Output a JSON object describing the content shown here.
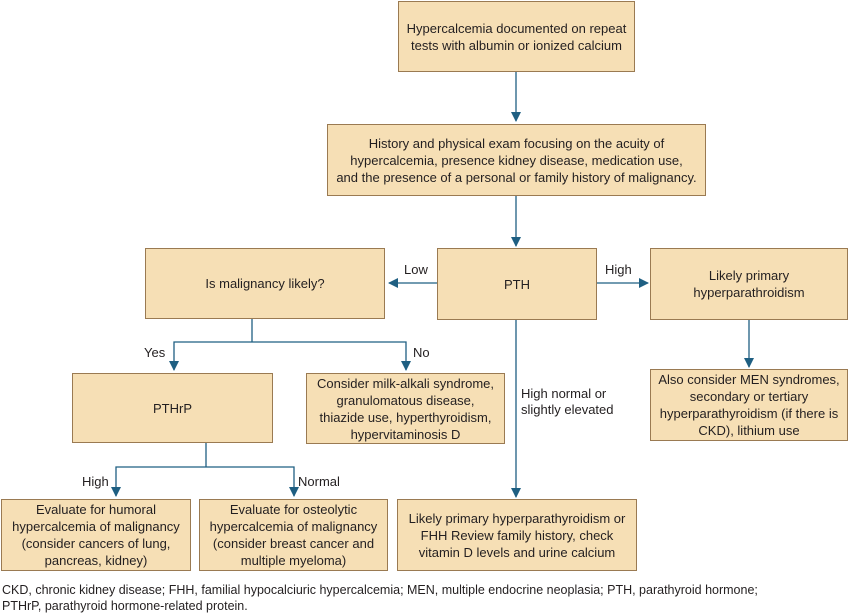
{
  "colors": {
    "box_fill": "#f6dfb5",
    "box_border": "#9a7a52",
    "arrow": "#1f5f82",
    "text": "#231f20"
  },
  "nodes": {
    "start": "Hypercalcemia documented on repeat\ntests with albumin or ionized calcium",
    "history": "History and physical exam focusing on the acuity of\nhypercalcemia, presence kidney disease, medication use,\nand the presence of a personal or family history of malignancy.",
    "pth": "PTH",
    "malignancy": "Is malignancy likely?",
    "primary": "Likely primary\nhyperparathroidism",
    "pthrp": "PTHrP",
    "milk": "Consider milk-alkali syndrome,\ngranulomatous disease,\nthiazide use, hyperthyroidism,\nhypervitaminosis D",
    "men": "Also consider MEN syndromes,\nsecondary or tertiary\nhyperparathyroidism (if there is\nCKD), lithium use",
    "humoral": "Evaluate for humoral\nhypercalcemia of malignancy\n(consider cancers of lung,\npancreas, kidney)",
    "osteolytic": "Evaluate for osteolytic\nhypercalcemia of malignancy\n(consider breast cancer and\nmultiple myeloma)",
    "fhh": "Likely primary hyperparathyroidism or\nFHH Review family history, check\nvitamin D levels and urine calcium"
  },
  "edge_labels": {
    "low": "Low",
    "high_pth": "High",
    "yes": "Yes",
    "no": "No",
    "high_normal": "High normal or\nslightly elevated",
    "high_pthrp": "High",
    "normal": "Normal"
  },
  "footnote": "CKD, chronic kidney disease; FHH, familial hypocalciuric hypercalcemia; MEN, multiple endocrine neoplasia; PTH, parathyroid hormone;\nPTHrP, parathyroid hormone-related protein."
}
